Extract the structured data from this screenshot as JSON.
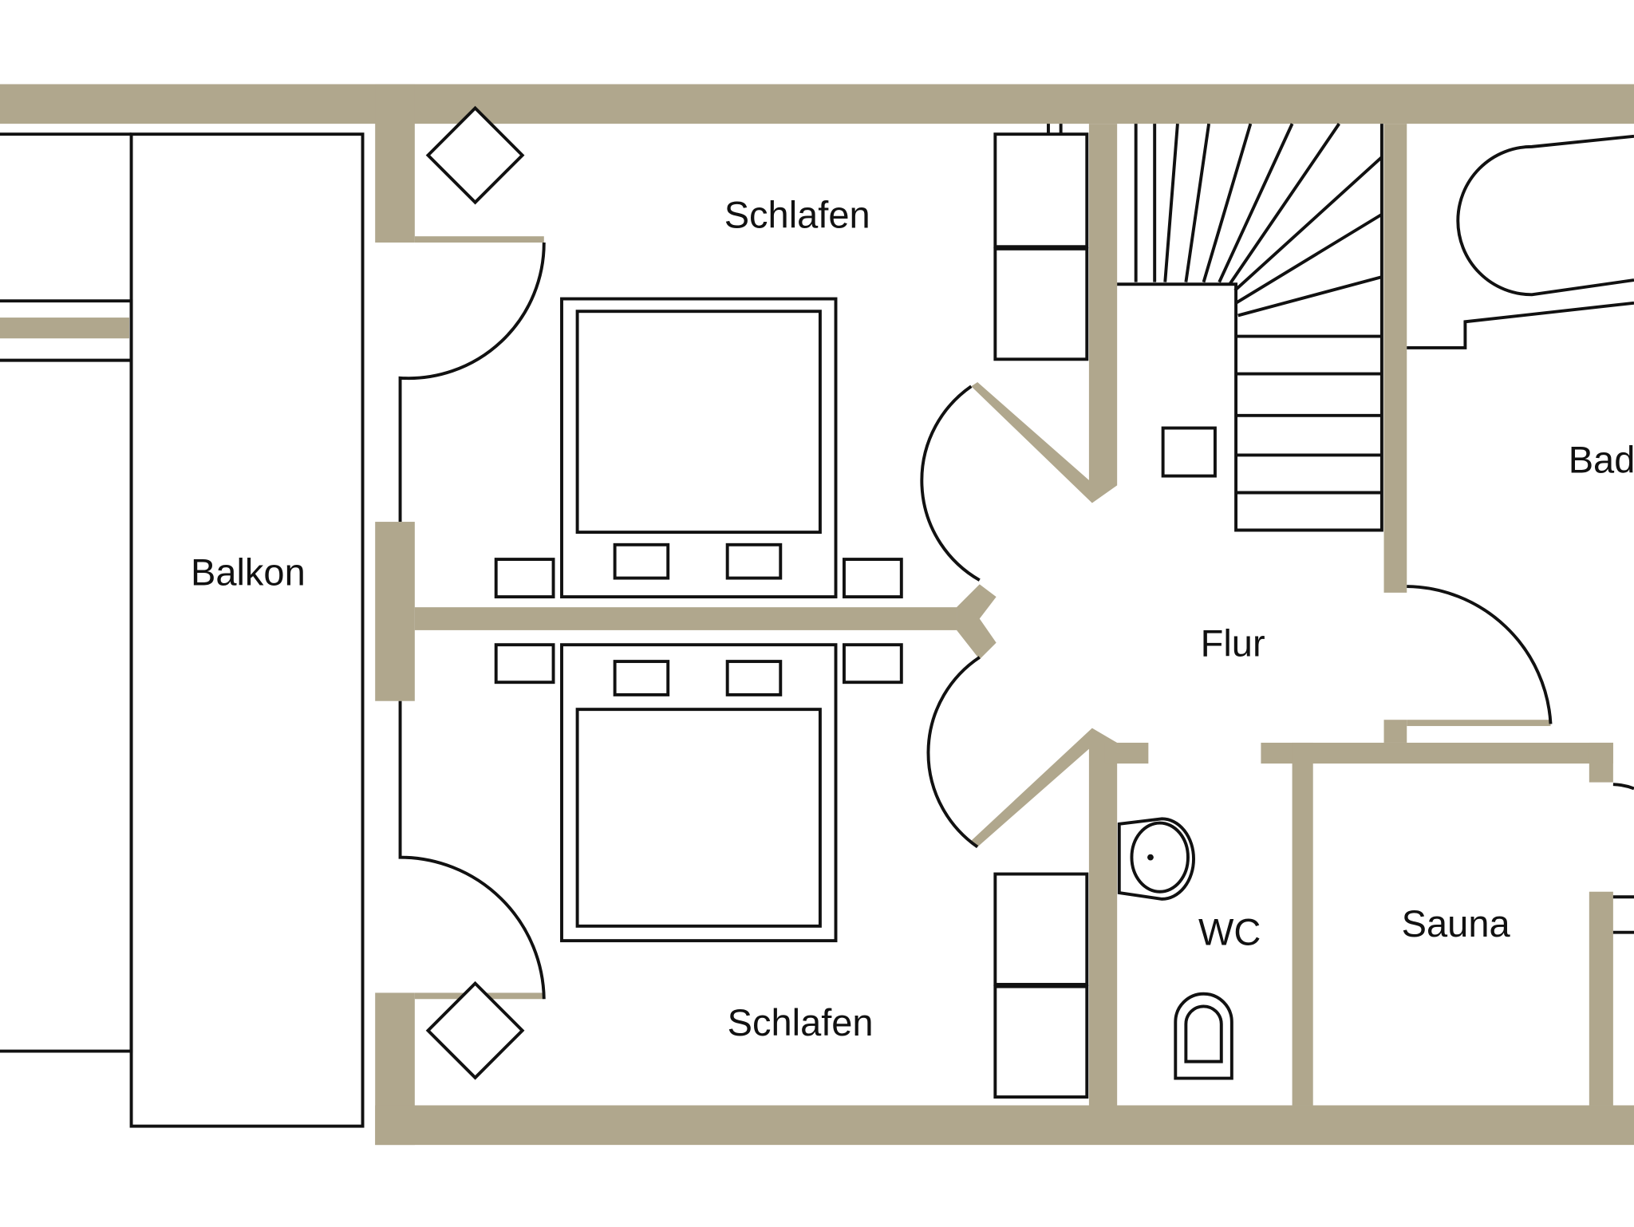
{
  "plan": {
    "rooms": {
      "balkon": "Balkon",
      "schlafen_top": "Schlafen",
      "schlafen_bottom": "Schlafen",
      "flur": "Flur",
      "bad": "Bad",
      "wc": "WC",
      "sauna": "Sauna"
    },
    "colors": {
      "wall": "#b0a78d",
      "line": "#111111",
      "background": "#ffffff"
    }
  }
}
